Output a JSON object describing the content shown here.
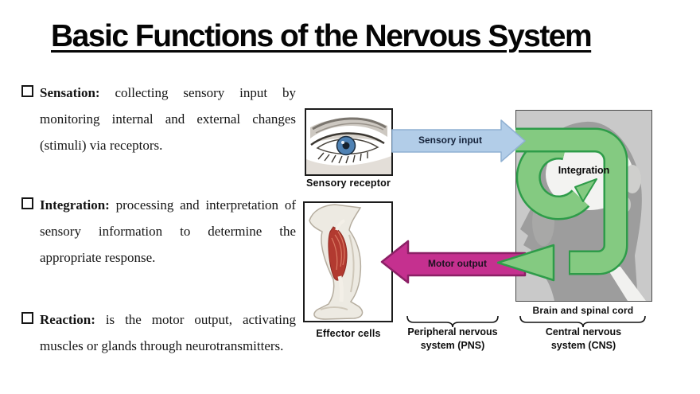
{
  "slide": {
    "title": "Basic Functions of the Nervous System",
    "bullets": [
      {
        "lead": "Sensation:",
        "text": "collecting sensory input by monitoring internal and external changes (stimuli) via receptors."
      },
      {
        "lead": "Integration:",
        "text": "processing and interpretation of sensory information to determine the appropriate response."
      },
      {
        "lead": "Reaction:",
        "text": "is the motor output, activating muscles or glands through neurotransmitters."
      }
    ]
  },
  "diagram": {
    "labels": {
      "sensory_receptor": "Sensory receptor",
      "effector_cells": "Effector cells",
      "sensory_input": "Sensory input",
      "motor_output": "Motor output",
      "integration": "Integration",
      "brain_spinal_cord": "Brain and spinal cord",
      "pns_line1": "Peripheral nervous",
      "pns_line2": "system (PNS)",
      "cns_line1": "Central nervous",
      "cns_line2": "system (CNS)"
    },
    "colors": {
      "arrow-blue": "#b2cde8",
      "arrow-blue-border": "#8fb0d2",
      "arrow-magenta": "#c5308f",
      "arrow-magenta-border": "#8c2066",
      "arrow-green": "#84ca81",
      "arrow-green-border": "#2e9c49",
      "cns-bg": "#c9c9c9",
      "cns-border": "#4a4a4a",
      "silhouette": "#9d9d9d"
    }
  }
}
